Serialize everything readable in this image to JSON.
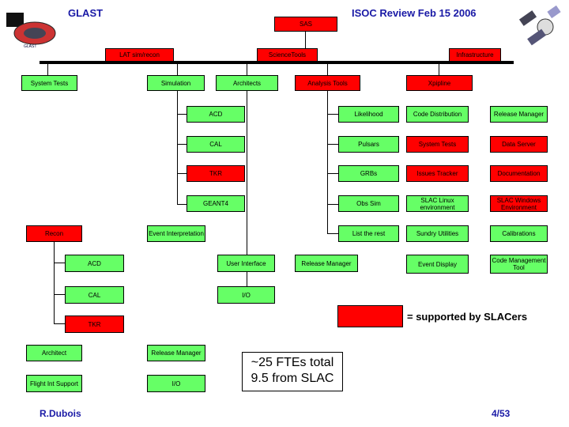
{
  "header": {
    "left": "GLAST",
    "center": "ISOC Review Feb 15 2006",
    "author": "R.Dubois",
    "page": "4/53"
  },
  "top": {
    "sas": "SAS"
  },
  "level1": {
    "lat_sim_recon": "LAT sim/recon",
    "science_tools": "ScienceTools",
    "infrastructure": "Infrastructure"
  },
  "level2": {
    "system_tests": "System Tests",
    "simulation": "Simulation",
    "architects": "Architects",
    "analysis_tools": "Analysis Tools",
    "xpipeline": "Xpipline"
  },
  "sim_children": [
    "ACD",
    "CAL",
    "TKR",
    "GEANT4"
  ],
  "analysis_children": [
    "Likelihood",
    "Pulsars",
    "GRBs",
    "Obs Sim",
    "List the rest"
  ],
  "infra_col1": [
    "Code Distribution",
    "System Tests",
    "Issues Tracker",
    "SLAC Linux environment",
    "Sundry Utilities",
    "Event Display"
  ],
  "infra_col2": [
    "Release Manager",
    "Data Server",
    "Documentation",
    "SLAC Windows Environment",
    "Calibrations",
    "Code Management Tool"
  ],
  "recon": {
    "recon": "Recon",
    "event_interpretation": "Event Interpretation",
    "acd": "ACD",
    "cal": "CAL",
    "tkr": "TKR"
  },
  "lower": {
    "user_interface": "User Interface",
    "io": "I/O",
    "release_manager": "Release Manager"
  },
  "bottom_left": {
    "architect": "Architect",
    "flight_int_support": "Flight Int Support",
    "release_manager": "Release Manager",
    "io": "I/O"
  },
  "legend": {
    "text": "= supported by SLACers"
  },
  "fte_note": {
    "line1": "~25 FTEs total",
    "line2": "9.5 from SLAC"
  },
  "colors": {
    "green": "#66ff66",
    "red": "#ff0000",
    "header_blue": "#1a1aa6"
  }
}
